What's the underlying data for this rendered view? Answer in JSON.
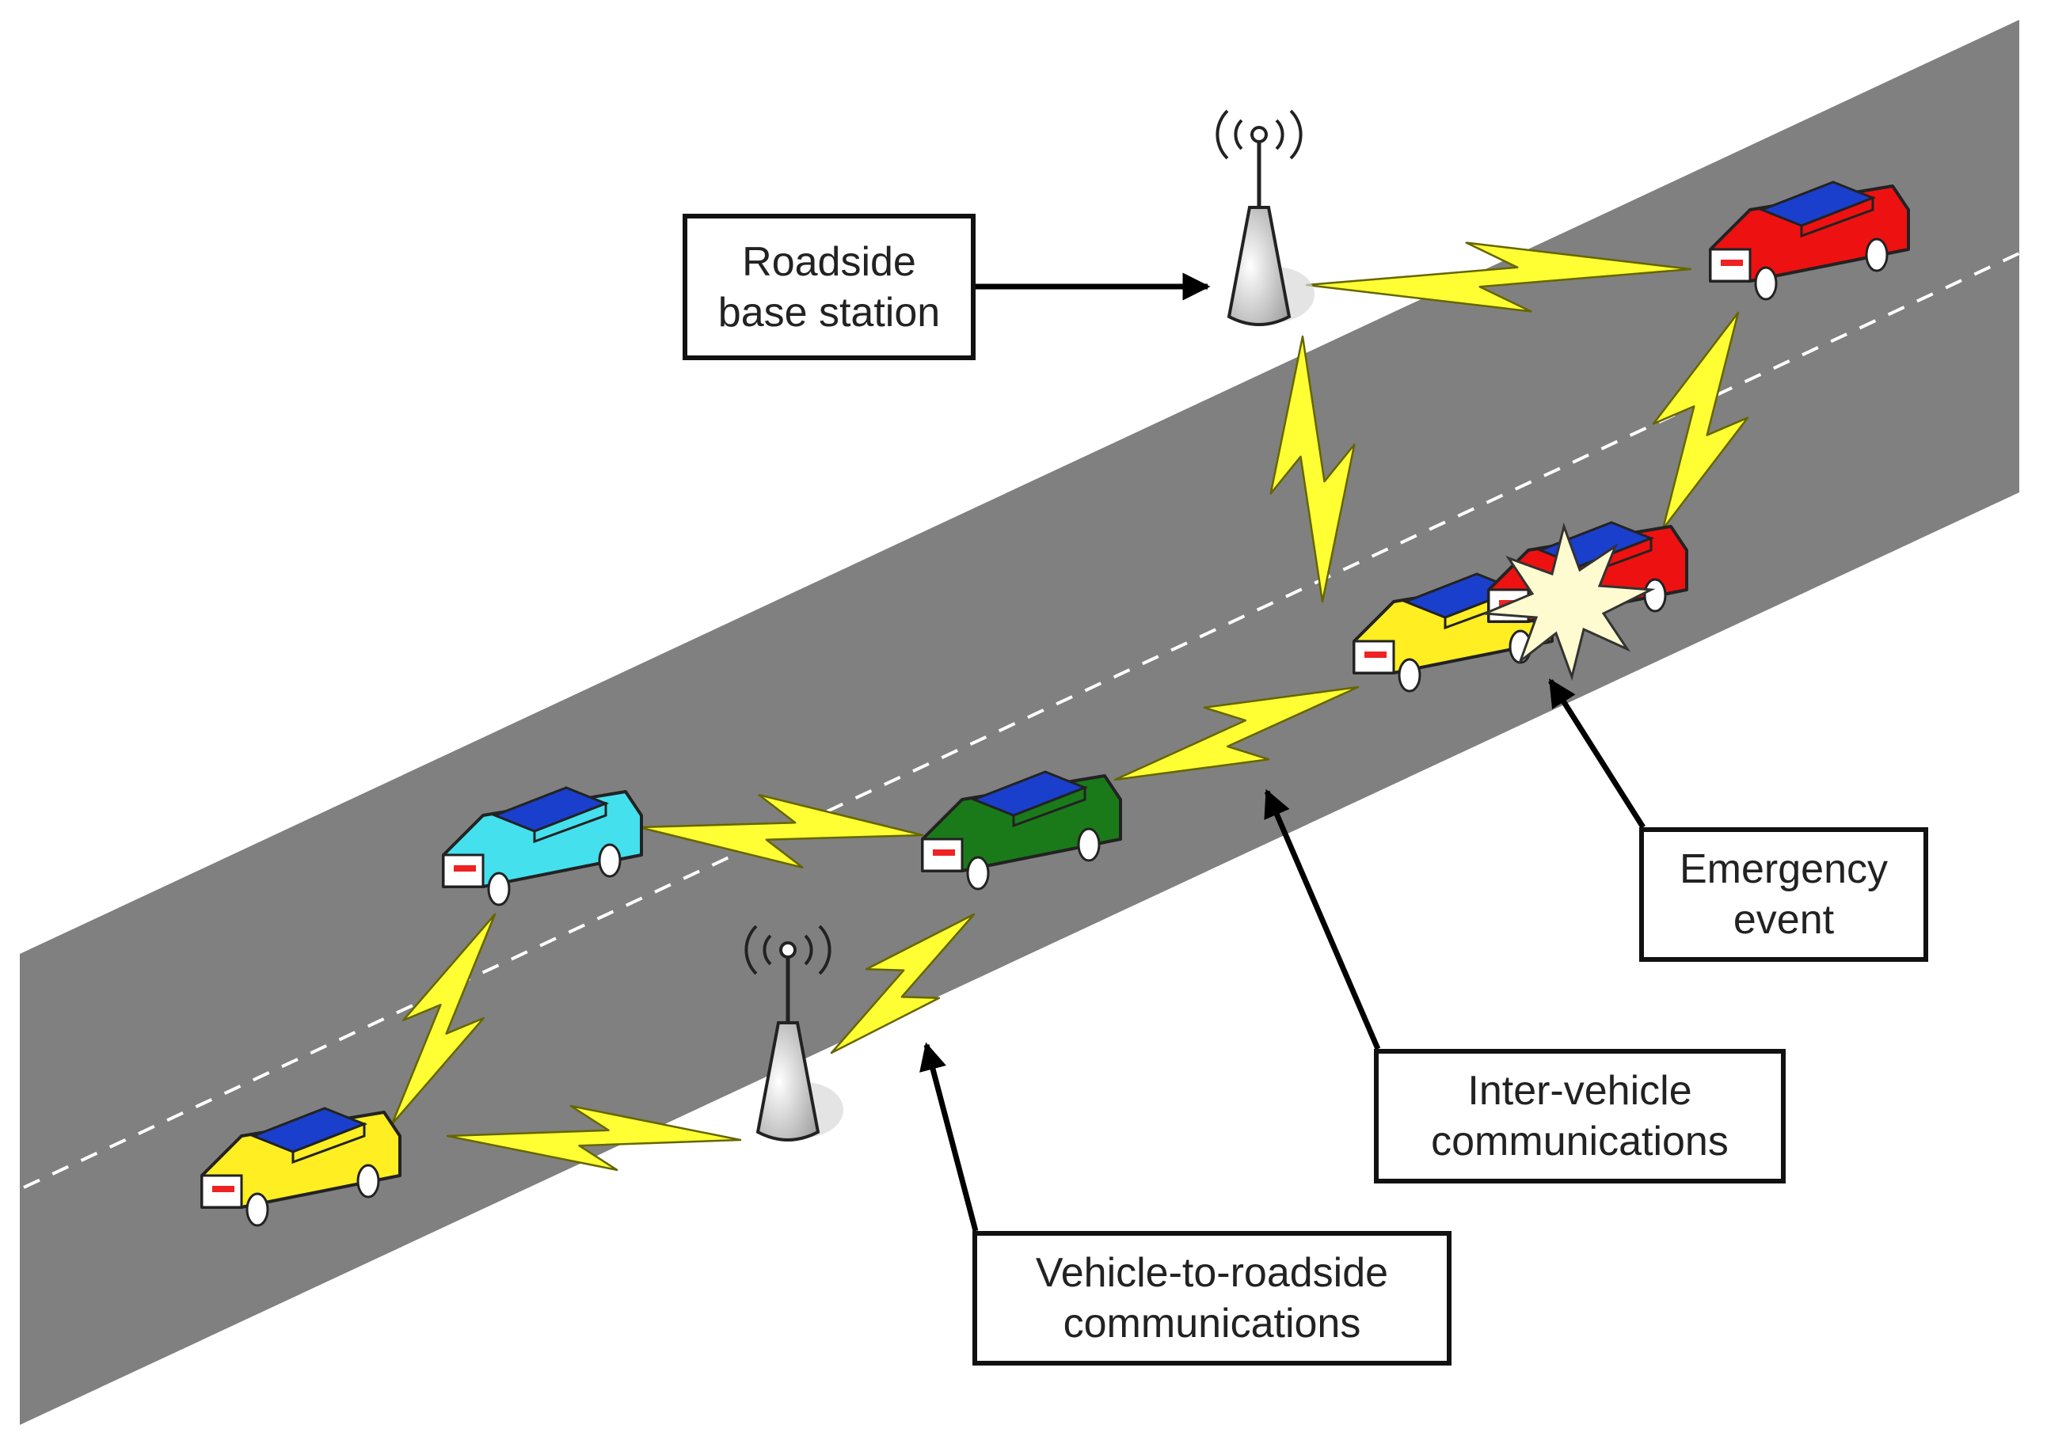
{
  "diagram": {
    "labels": {
      "roadside_base_station": [
        "Roadside",
        "base station"
      ],
      "emergency_event": [
        "Emergency",
        "event"
      ],
      "inter_vehicle": [
        "Inter-vehicle",
        "communications"
      ],
      "vehicle_to_roadside": [
        "Vehicle-to-roadside",
        "communications"
      ]
    },
    "colors": {
      "road": "#808080",
      "lane_marking": "#ffffff",
      "signal": "#ffff33",
      "signal_outline": "#666600",
      "car_yellow": "#ffee22",
      "car_red": "#ee1111",
      "car_cyan": "#44e0ee",
      "car_green": "#1a7a1a",
      "car_window": "#1a3fcc",
      "tower": "#e6e6e6",
      "box_border": "#111111",
      "crash_flash": "#fffbd0"
    },
    "elements": {
      "towers": 2,
      "cars": [
        "yellow",
        "cyan",
        "green",
        "yellow",
        "red",
        "red"
      ],
      "icons": [
        "antenna-tower-icon",
        "car-icon",
        "lightning-link-icon",
        "collision-flash-icon",
        "arrow-icon"
      ]
    }
  }
}
